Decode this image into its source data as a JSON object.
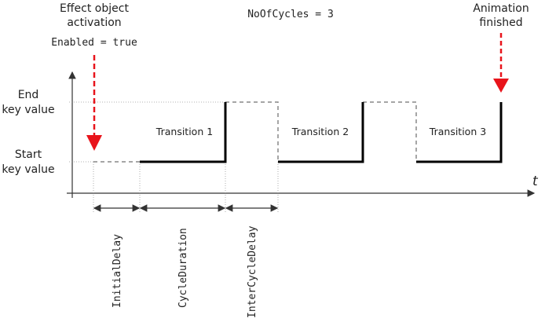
{
  "labels": {
    "activation_line1": "Effect object",
    "activation_line2": "activation",
    "enabled": "Enabled = true",
    "cycles": "NoOfCycles = 3",
    "finished_line1": "Animation",
    "finished_line2": "finished",
    "end_line1": "End",
    "end_line2": "key value",
    "start_line1": "Start",
    "start_line2": "key value",
    "t_axis": "t",
    "transition1": "Transition 1",
    "transition2": "Transition 2",
    "transition3": "Transition 3",
    "initial_delay": "InitialDelay",
    "cycle_duration": "CycleDuration",
    "inter_cycle_delay": "InterCycleDelay"
  },
  "colors": {
    "signal": "#000000",
    "dashed": "#888888",
    "marker": "#e8141b",
    "axis": "#333333"
  }
}
